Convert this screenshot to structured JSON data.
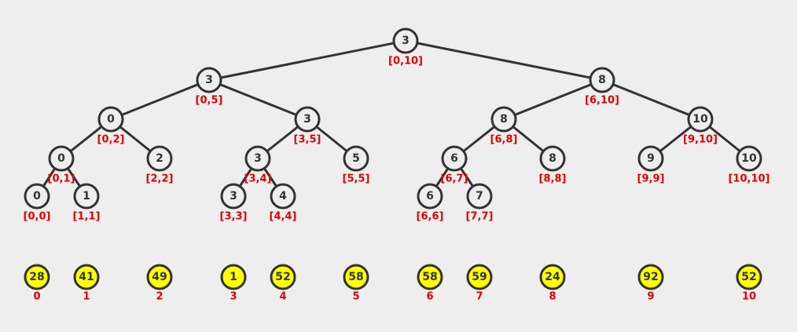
{
  "colors": {
    "background": "#eeeeee",
    "node_fill": "#eeeeee",
    "node_stroke": "#333333",
    "range_text": "#dd0000",
    "array_fill": "#ffff00"
  },
  "tree": {
    "nodes": [
      {
        "id": "n0-10",
        "value": "3",
        "range": "[0,10]"
      },
      {
        "id": "n0-5",
        "value": "3",
        "range": "[0,5]"
      },
      {
        "id": "n6-10",
        "value": "8",
        "range": "[6,10]"
      },
      {
        "id": "n0-2",
        "value": "0",
        "range": "[0,2]"
      },
      {
        "id": "n3-5",
        "value": "3",
        "range": "[3,5]"
      },
      {
        "id": "n6-8",
        "value": "8",
        "range": "[6,8]"
      },
      {
        "id": "n9-10",
        "value": "10",
        "range": "[9,10]"
      },
      {
        "id": "n0-1",
        "value": "0",
        "range": "[0,1]"
      },
      {
        "id": "n2-2",
        "value": "2",
        "range": "[2,2]"
      },
      {
        "id": "n3-4",
        "value": "3",
        "range": "[3,4]"
      },
      {
        "id": "n5-5",
        "value": "5",
        "range": "[5,5]"
      },
      {
        "id": "n6-7",
        "value": "6",
        "range": "[6,7]"
      },
      {
        "id": "n8-8",
        "value": "8",
        "range": "[8,8]"
      },
      {
        "id": "n9-9",
        "value": "9",
        "range": "[9,9]"
      },
      {
        "id": "n10-10",
        "value": "10",
        "range": "[10,10]"
      },
      {
        "id": "n0-0",
        "value": "0",
        "range": "[0,0]"
      },
      {
        "id": "n1-1",
        "value": "1",
        "range": "[1,1]"
      },
      {
        "id": "n3-3",
        "value": "3",
        "range": "[3,3]"
      },
      {
        "id": "n4-4",
        "value": "4",
        "range": "[4,4]"
      },
      {
        "id": "n6-6",
        "value": "6",
        "range": "[6,6]"
      },
      {
        "id": "n7-7",
        "value": "7",
        "range": "[7,7]"
      }
    ],
    "edges": [
      [
        "n0-10",
        "n0-5"
      ],
      [
        "n0-10",
        "n6-10"
      ],
      [
        "n0-5",
        "n0-2"
      ],
      [
        "n0-5",
        "n3-5"
      ],
      [
        "n6-10",
        "n6-8"
      ],
      [
        "n6-10",
        "n9-10"
      ],
      [
        "n0-2",
        "n0-1"
      ],
      [
        "n0-2",
        "n2-2"
      ],
      [
        "n3-5",
        "n3-4"
      ],
      [
        "n3-5",
        "n5-5"
      ],
      [
        "n6-8",
        "n6-7"
      ],
      [
        "n6-8",
        "n8-8"
      ],
      [
        "n9-10",
        "n9-9"
      ],
      [
        "n9-10",
        "n10-10"
      ],
      [
        "n0-1",
        "n0-0"
      ],
      [
        "n0-1",
        "n1-1"
      ],
      [
        "n3-4",
        "n3-3"
      ],
      [
        "n3-4",
        "n4-4"
      ],
      [
        "n6-7",
        "n6-6"
      ],
      [
        "n6-7",
        "n7-7"
      ]
    ]
  },
  "array": [
    {
      "value": "28",
      "index": "0"
    },
    {
      "value": "41",
      "index": "1"
    },
    {
      "value": "49",
      "index": "2"
    },
    {
      "value": "1",
      "index": "3"
    },
    {
      "value": "52",
      "index": "4"
    },
    {
      "value": "58",
      "index": "5"
    },
    {
      "value": "58",
      "index": "6"
    },
    {
      "value": "59",
      "index": "7"
    },
    {
      "value": "24",
      "index": "8"
    },
    {
      "value": "92",
      "index": "9"
    },
    {
      "value": "52",
      "index": "10"
    }
  ]
}
